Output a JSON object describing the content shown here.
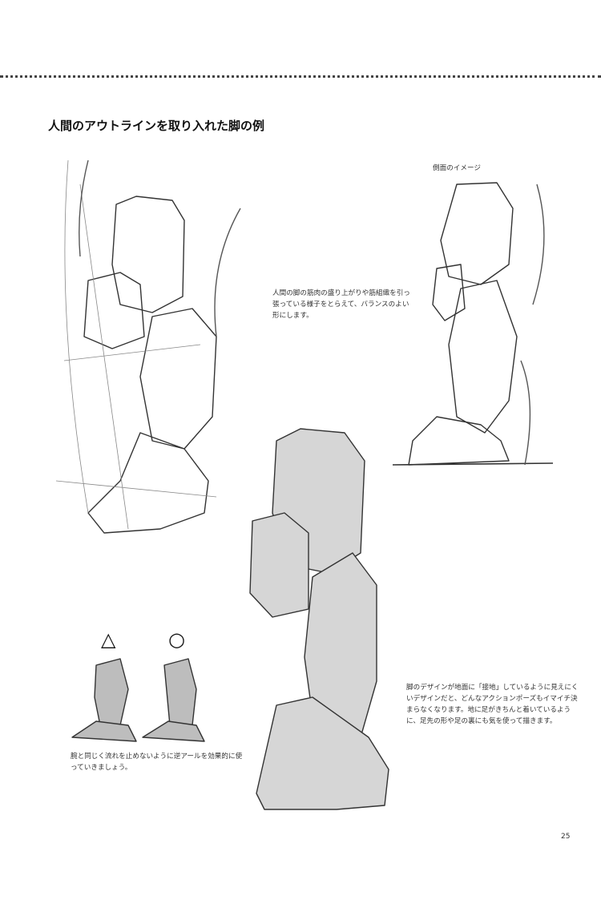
{
  "page": {
    "title": "人間のアウトラインを取り入れた脚の例",
    "side_view_label": "側面のイメージ",
    "caption_muscle": "人間の脚の筋肉の盛り上がりや筋組織を引っ張っている様子をとらえて、バランスのよい形にします。",
    "caption_ground": "脚のデザインが地面に「接地」しているように見えにくいデザインだと、どんなアクションポーズもイマイチ決まらなくなります。地に足がきちんと着いているように、足先の形や足の裏にも気を使って描きます。",
    "caption_curve": "腕と同じく流れを止めないように逆アールを効果的に使っていきましょう。",
    "mark_bad": "△",
    "mark_good": "○",
    "page_number": "25"
  }
}
